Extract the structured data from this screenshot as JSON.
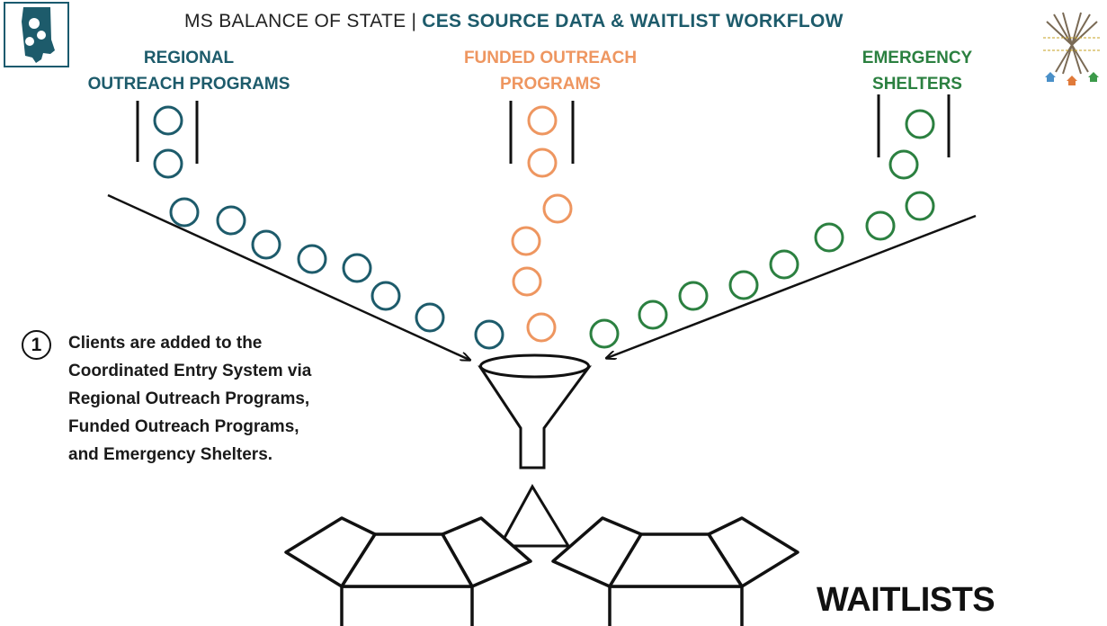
{
  "header": {
    "prefix": "MS BALANCE OF STATE",
    "separator": "|",
    "title": "CES SOURCE DATA & WAITLIST WORKFLOW"
  },
  "sources": {
    "regional": "REGIONAL\nOUTREACH PROGRAMS",
    "funded": "FUNDED OUTREACH\nPROGRAMS",
    "shelters": "EMERGENCY\nSHELTERS"
  },
  "colors": {
    "regional": "#1d5b6b",
    "funded": "#ee9660",
    "shelters": "#2b8040",
    "line": "#111111"
  },
  "step": {
    "number": "1",
    "text": "Clients are added to the\nCoordinated Entry System via\nRegional Outreach Programs,\nFunded Outreach Programs,\nand Emergency Shelters."
  },
  "waitlists_label": "WAITLISTS",
  "icons": {
    "left_logo": "mississippi-map-logo-icon",
    "right_logo": "tree-houses-logo-icon",
    "funnel": "funnel-icon",
    "boxes": "open-box-icon"
  }
}
